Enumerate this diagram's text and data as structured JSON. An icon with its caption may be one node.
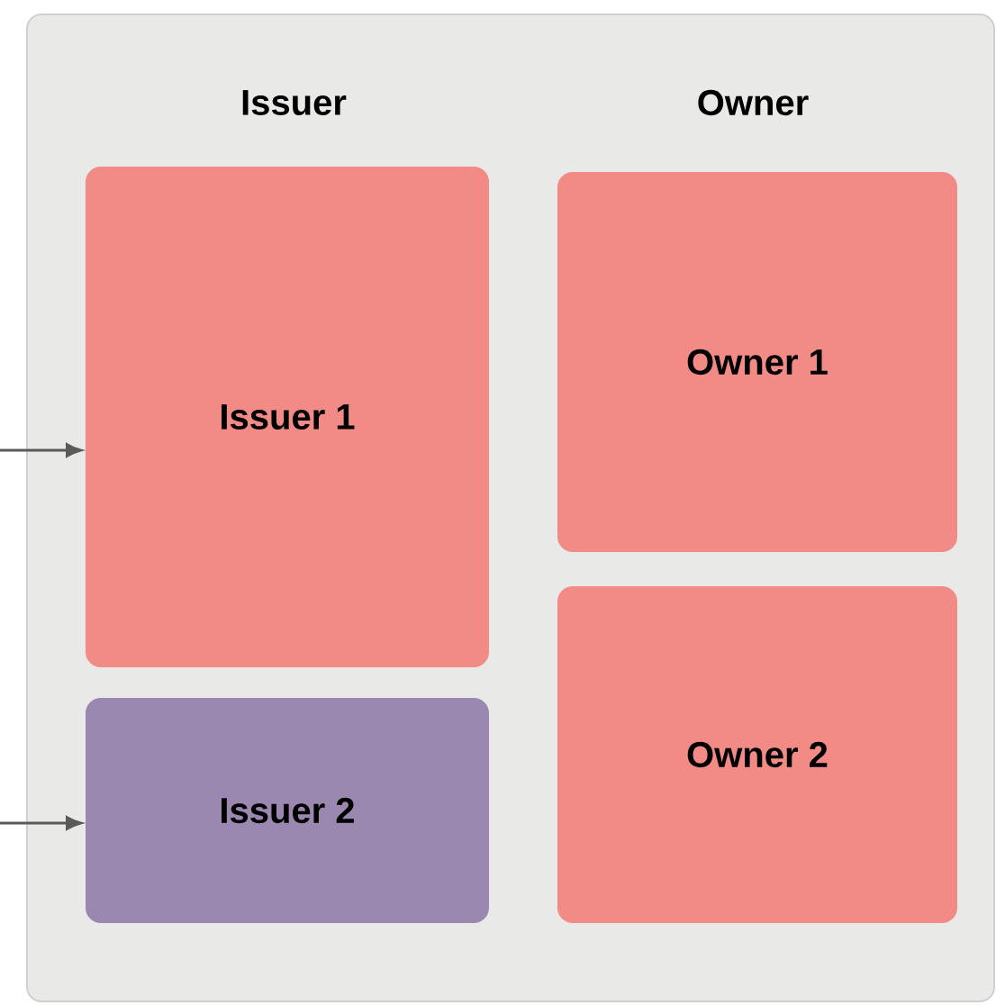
{
  "diagram": {
    "nodes": [
      {
        "text": [],
        "shape": "box"
      },
      {
        "text": [
          "Issuer 1"
        ],
        "in": 0
      },
      {
        "text": [
          "Issuer 2"
        ],
        "in": 0
      },
      {
        "text": [
          "Owner 1"
        ],
        "in": 0
      },
      {
        "text": [
          "Owner 2"
        ],
        "in": 0
      }
    ],
    "edges": [
      {
        "from": null,
        "to": 1,
        "arrow": "to"
      },
      {
        "from": null,
        "to": 2,
        "arrow": "to"
      }
    ],
    "labels": [
      "Issuer",
      "Owner"
    ]
  }
}
